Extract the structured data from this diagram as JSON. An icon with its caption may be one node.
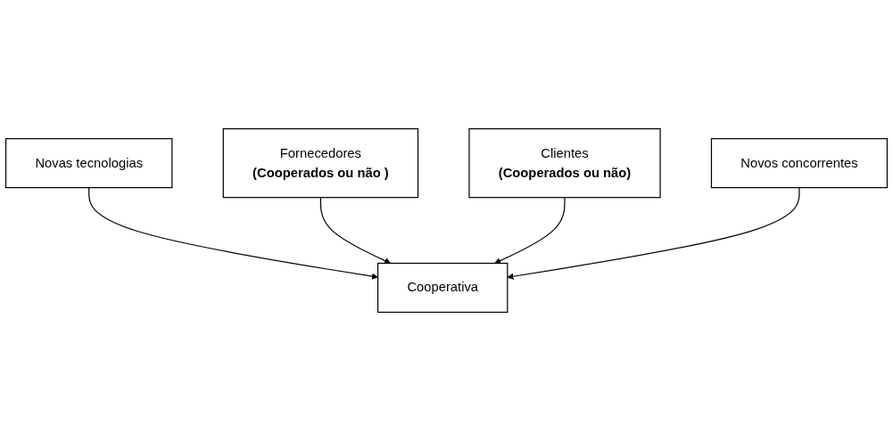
{
  "diagram": {
    "nodes": [
      {
        "text": [
          "Novas tecnologias"
        ]
      },
      {
        "text": [
          "Fornecedores",
          "(Cooperados ou não )"
        ]
      },
      {
        "text": [
          "Cooperativa"
        ]
      },
      {
        "text": [
          "Clientes",
          "(Cooperados ou não)"
        ]
      },
      {
        "text": [
          "Novos concorrentes"
        ]
      }
    ],
    "edges": [
      {
        "from": 0,
        "to": 2,
        "arrow": "to"
      },
      {
        "from": 1,
        "to": 2,
        "arrow": "to"
      },
      {
        "from": 3,
        "to": 2,
        "arrow": "to"
      },
      {
        "from": 4,
        "to": 2,
        "arrow": "to"
      }
    ]
  }
}
